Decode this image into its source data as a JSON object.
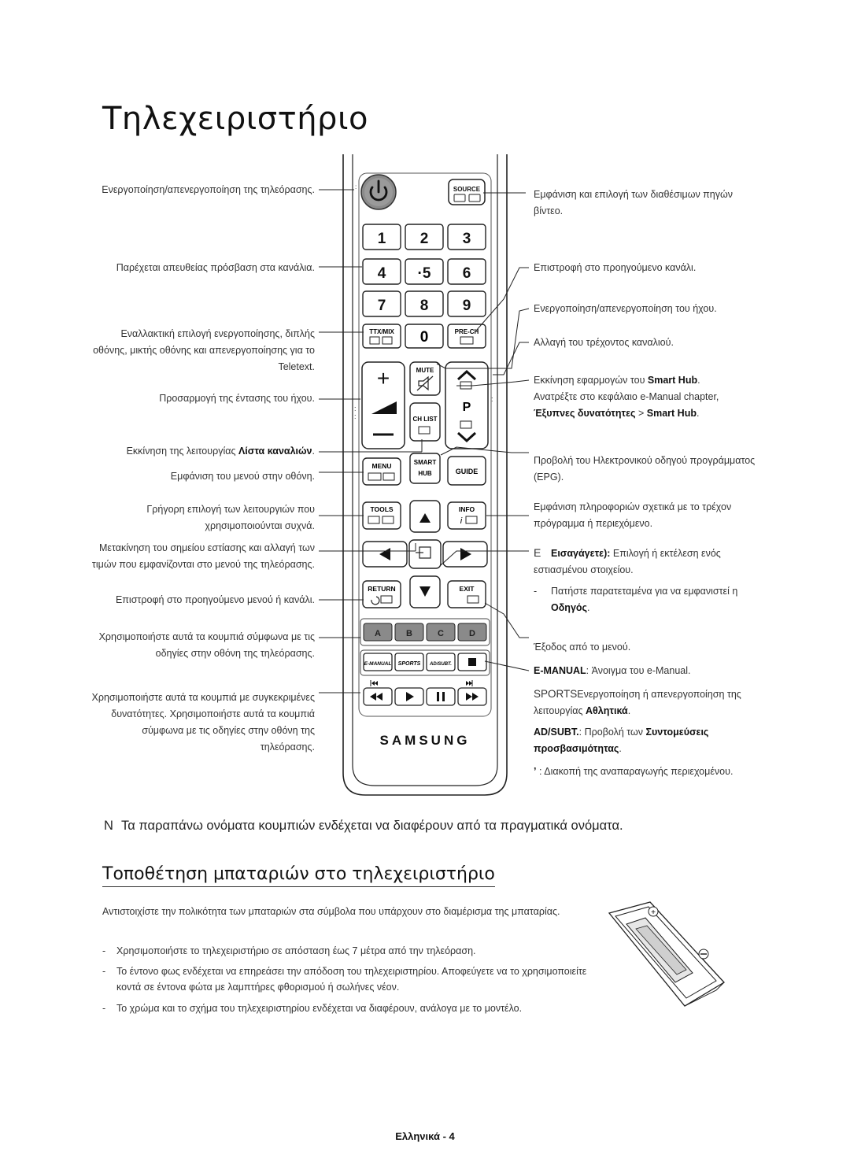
{
  "title": "Τηλεχειριστήριο",
  "remote": {
    "num_keys": [
      "1",
      "2",
      "3",
      "4",
      "·5",
      "6",
      "7",
      "8",
      "9",
      "0"
    ],
    "ttx": "TTX/MIX",
    "prech": "PRE-CH",
    "source": "SOURCE",
    "mute": "MUTE",
    "chlist": "CH LIST",
    "p_label": "P",
    "menu": "MENU",
    "smart": "SMART",
    "hub": "HUB",
    "guide": "GUIDE",
    "tools": "TOOLS",
    "info": "INFO",
    "return": "RETURN",
    "exit": "EXIT",
    "color_a": "A",
    "color_b": "B",
    "color_c": "C",
    "color_d": "D",
    "emanual": "E-MANUAL",
    "sports": "SPORTS",
    "adsubt": "AD/SUBT.",
    "brand": "SAMSUNG"
  },
  "left_labels": {
    "power": "Ενεργοποίηση/απενεργοποίηση της τηλεόρασης.",
    "channels": "Παρέχεται απευθείας πρόσβαση στα κανάλια.",
    "teletext": "Εναλλακτική επιλογή ενεργοποίησης, διπλής οθόνης, μικτής οθόνης και απενεργοποίησης για το Teletext.",
    "volume": "Προσαρμογή της έντασης του ήχου.",
    "chlist_prefix": "Εκκίνηση της λειτουργίας ",
    "chlist_bold": "Λίστα καναλιών",
    "chlist_suffix": ".",
    "menu": "Εμφάνιση του μενού στην οθόνη.",
    "tools": "Γρήγορη επιλογή των λειτουργιών που χρησιμοποιούνται συχνά.",
    "arrows": "Μετακίνηση του σημείου εστίασης και αλλαγή των τιμών που εμφανίζονται στο μενού της τηλεόρασης.",
    "return": "Επιστροφή στο προηγούμενο μενού ή κανάλι.",
    "color": "Χρησιμοποιήστε αυτά τα κουμπιά σύμφωνα με τις οδηγίες στην οθόνη της τηλεόρασης.",
    "special": "Χρησιμοποιήστε αυτά τα κουμπιά με συγκεκριμένες δυνατότητες. Χρησιμοποιήστε αυτά τα κουμπιά σύμφωνα με τις οδηγίες στην οθόνη της τηλεόρασης."
  },
  "right_labels": {
    "source": "Εμφάνιση και επιλογή των διαθέσιμων πηγών βίντεο.",
    "prech": "Επιστροφή στο προηγούμενο κανάλι.",
    "mute": "Ενεργοποίηση/απενεργοποίηση του ήχου.",
    "channel": "Αλλαγή του τρέχοντος καναλιού.",
    "smarthub_1": "Εκκίνηση εφαρμογών του ",
    "smarthub_1b": "Smart Hub",
    "smarthub_2": "Ανατρέξτε στο κεφάλαιο e-Manual chapter, ",
    "smarthub_3b": "Έξυπνες δυνατότητες",
    "smarthub_3": " > ",
    "smarthub_3c": "Smart Hub",
    "guide": "Προβολή του Ηλεκτρονικού οδηγού προγράμματος (EPG).",
    "info": "Εμφάνιση πληροφοριών σχετικά με το τρέχον πρόγραμμα ή περιεχόμενο.",
    "enter_mark": "E",
    "enter_bold": "Εισαγάγετε):",
    "enter_text": " Επιλογή ή εκτέλεση ενός εστιασμένου στοιχείου.",
    "guide_hint_prefix": "Πατήστε παρατεταμένα για να εμφανιστεί η ",
    "guide_hint_bold": "Οδηγός",
    "exit": "Έξοδος από το μενού.",
    "emanual_key": "E-MANUAL",
    "emanual_text": ": Άνοιγμα του e-Manual.",
    "sports_key": "SPORTS",
    "sports_text": "Ενεργοποίηση ή απενεργοποίηση της λειτουργίας ",
    "sports_bold": "Αθλητικά",
    "adsubt_key": "AD/SUBT.",
    "adsubt_text": ": Προβολή των ",
    "adsubt_bold": "Συντομεύσεις προσβασιμότητας",
    "stop_key": "’",
    "stop_text": " : Διακοπή της αναπαραγωγής περιεχομένου."
  },
  "note": {
    "mark": "N",
    "text": "Τα παραπάνω ονόματα κουμπιών ενδέχεται να διαφέρουν από τα πραγματικά ονόματα."
  },
  "battery": {
    "title": "Τοποθέτηση μπαταριών στο τηλεχειριστήριο",
    "intro": "Αντιστοιχίστε την πολικότητα των μπαταριών στα σύμβολα που υπάρχουν στο διαμέρισμα της μπαταρίας.",
    "bullets": [
      "Χρησιμοποιήστε το τηλεχειριστήριο σε απόσταση έως 7 μέτρα από την τηλεόραση.",
      "Το έντονο φως ενδέχεται να επηρεάσει την απόδοση του τηλεχειριστηρίου. Αποφεύγετε να το χρησιμοποιείτε κοντά σε έντονα φώτα με λαμπτήρες φθορισμού ή σωλήνες νέον.",
      "Το χρώμα και το σχήμα του τηλεχειριστηρίου ενδέχεται να διαφέρουν, ανάλογα με το μοντέλο."
    ]
  },
  "footer": "Ελληνικά - 4"
}
